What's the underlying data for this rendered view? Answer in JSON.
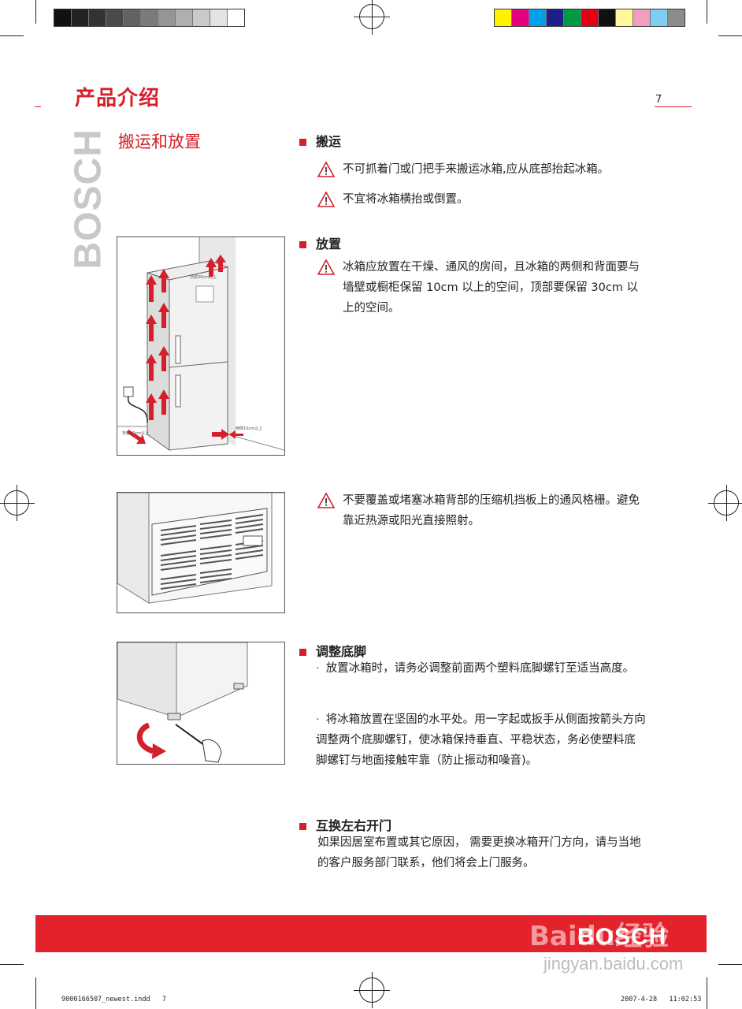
{
  "header": {
    "page_title": "产品介绍",
    "page_number": "7",
    "side_brand": "BOSCH",
    "section_title": "搬运和放置"
  },
  "colors": {
    "accent": "#d4202a",
    "gray_scale": [
      "#111111",
      "#222222",
      "#333333",
      "#4a4a4a",
      "#626262",
      "#7b7b7b",
      "#959595",
      "#afafaf",
      "#c9c9c9",
      "#e3e3e3",
      "#ffffff"
    ],
    "color_bar": [
      "#fff200",
      "#e4007f",
      "#00a0e9",
      "#1d2088",
      "#009944",
      "#e60012",
      "#111111",
      "#fff799",
      "#f19ec2",
      "#7ecef4",
      "#8c8c8c"
    ]
  },
  "transport": {
    "heading": "搬运",
    "warnings": [
      "不可抓着门或门把手来搬运冰箱,应从底部抬起冰箱。",
      "不宜将冰箱横抬或倒置。"
    ]
  },
  "placement": {
    "heading": "放置",
    "warning": "冰箱应放置在干燥、通风的房间，且冰箱的两侧和背面要与墙壁或橱柜保留 10cm 以上的空间，顶部要保留 30cm 以上的空间。",
    "fig_label_top": "顶部30cm以上",
    "fig_label_side": "两侧10cm以上",
    "fig_label_back": "背部10cm以上"
  },
  "ventilation": {
    "warning": "不要覆盖或堵塞冰箱背部的压缩机挡板上的通风格栅。避免靠近热源或阳光直接照射。"
  },
  "feet": {
    "heading": "调整底脚",
    "bullets": [
      "放置冰箱时，请务必调整前面两个塑料底脚螺钉至适当高度。",
      "将冰箱放置在坚固的水平处。用一字起或扳手从侧面按箭头方向调整两个底脚螺钉，使冰箱保持垂直、平稳状态，务必使塑料底脚螺钉与地面接触牢靠（防止振动和噪音)。"
    ]
  },
  "door": {
    "heading": "互换左右开门",
    "text": "如果因居室布置或其它原因， 需要更换冰箱开门方向，请与当地的客户服务部门联系，他们将会上门服务。"
  },
  "footer": {
    "brand": "BOSCH",
    "watermark_top": "Baidu经验",
    "watermark_url": "jingyan.baidu.com",
    "file_info": "9000166507_newest.indd   7",
    "timestamp": "2007-4-28   11:02:53"
  }
}
